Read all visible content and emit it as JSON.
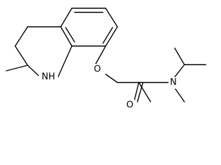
{
  "structure": {
    "atoms": {
      "nh": "NH",
      "ether_o": "O",
      "carbonyl_o": "O",
      "amide_n": "N"
    },
    "colors": {
      "bond": "#000000",
      "label": "#000000",
      "background": "#ffffff"
    }
  }
}
